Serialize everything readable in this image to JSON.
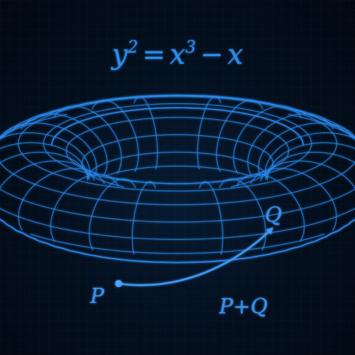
{
  "equation": {
    "lhs": "y",
    "lhs_exp": "2",
    "equals": "=",
    "rhs_base": "x",
    "rhs_exp": "3",
    "minus": "−",
    "rhs_tail": "x"
  },
  "points": {
    "p": "P",
    "q": "Q",
    "sum": "P+Q"
  },
  "colors": {
    "background": "#030b16",
    "wire": "#2a86e8",
    "accent": "#3b92ee",
    "arrow": "#3d9af5"
  }
}
